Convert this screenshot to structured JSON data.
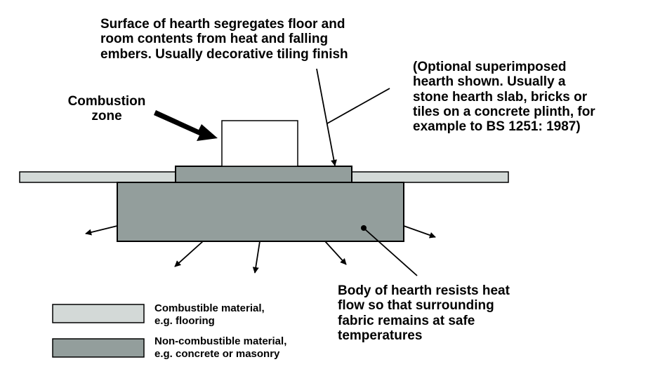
{
  "labels": {
    "surface": "Surface of hearth segregates floor and\nroom contents from heat and falling\nembers.  Usually decorative tiling finish",
    "optional": "(Optional superimposed\nhearth shown.  Usually a\nstone hearth slab, bricks or\ntiles on a concrete plinth, for\nexample to BS 1251: 1987)",
    "combustion_zone": "Combustion\nzone",
    "body": "Body of hearth resists heat\nflow so that surrounding\nfabric remains at safe\ntemperatures"
  },
  "legend": {
    "combustible": "Combustible material,\ne.g. flooring",
    "non_combustible": "Non-combustible material,\ne.g. concrete or masonry"
  },
  "colors": {
    "combustible_fill": "#d3d9d7",
    "non_combustible_fill": "#939e9c",
    "outline": "#000000",
    "background": "#ffffff"
  }
}
